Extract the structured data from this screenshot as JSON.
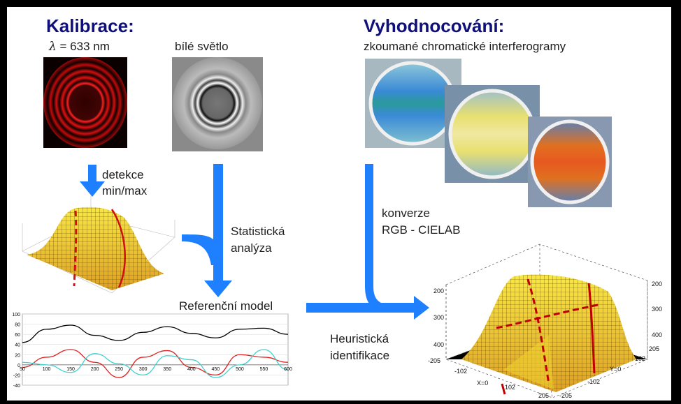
{
  "calibration": {
    "title": "Kalibrace:",
    "lambda_symbol": "λ",
    "lambda_value": "= 633 nm",
    "white_light": "bílé světlo",
    "detection": "detekce",
    "minmax": "min/max"
  },
  "evaluation": {
    "title": "Vyhodnocování:",
    "subtitle": "zkoumané chromatické interferogramy"
  },
  "flow": {
    "statistical_1": "Statistická",
    "statistical_2": "analýza",
    "reference_model": "Referenční model",
    "conversion_1": "konverze",
    "conversion_2": "RGB - CIELAB",
    "heuristic_1": "Heuristická",
    "heuristic_2": "identifikace"
  },
  "chart_data": {
    "type": "line",
    "x": [
      50,
      100,
      150,
      200,
      250,
      300,
      350,
      400,
      450,
      500,
      550,
      600
    ],
    "x_ticks": [
      "50",
      "100",
      "150",
      "200",
      "250",
      "300",
      "350",
      "400",
      "450",
      "500",
      "550",
      "600"
    ],
    "y_ticks": [
      "100",
      "80",
      "60",
      "40",
      "20",
      "0",
      "-20",
      "-40"
    ],
    "ylim": [
      -40,
      100
    ],
    "xlim": [
      50,
      600
    ],
    "series": [
      {
        "color": "#000000",
        "values": [
          44,
          70,
          78,
          58,
          48,
          64,
          75,
          62,
          53,
          70,
          72,
          60
        ]
      },
      {
        "color": "#e02020",
        "values": [
          -5,
          15,
          30,
          5,
          -25,
          15,
          28,
          -5,
          -20,
          20,
          15,
          5
        ]
      },
      {
        "color": "#40d0d0",
        "values": [
          5,
          0,
          -15,
          22,
          2,
          -20,
          18,
          10,
          -25,
          0,
          30,
          -10
        ]
      }
    ]
  },
  "surface_labels": {
    "left_ticks": [
      "200",
      "300",
      "400"
    ],
    "right_ticks": [
      "200",
      "300",
      "400"
    ],
    "x_ticks": [
      "-205",
      "-102",
      "X=0",
      "102",
      "205"
    ],
    "y_ticks": [
      "205",
      "102",
      "Y=0",
      "-102",
      "-205"
    ]
  },
  "colors": {
    "title": "#10107a",
    "arrow": "#1e7fff",
    "frame": "#000000"
  }
}
